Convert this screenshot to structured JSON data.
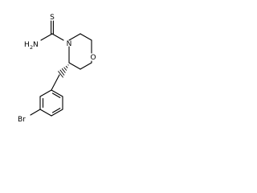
{
  "molecule": {
    "atoms": {
      "sulfur": "S",
      "amine_n": "N",
      "amine_h": "H",
      "amine_h_count": "2",
      "ring_n": "N",
      "ring_o": "O",
      "bromine": "Br"
    }
  }
}
